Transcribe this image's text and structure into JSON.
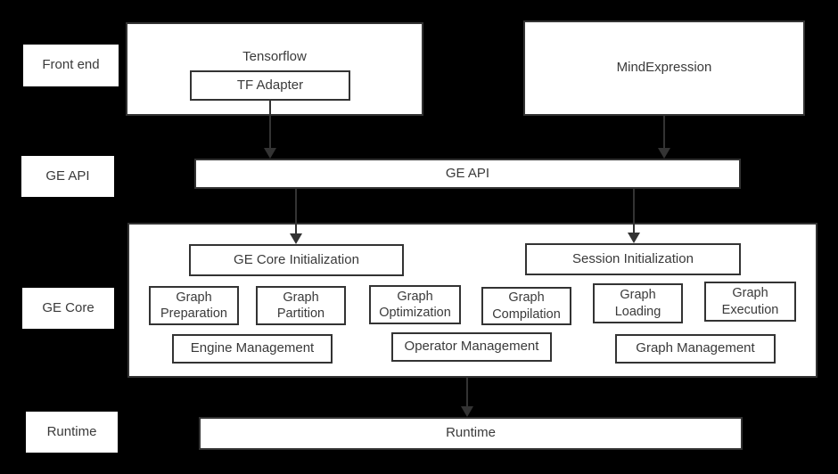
{
  "diagram": {
    "side_labels": {
      "front_end": "Front end",
      "ge_api": "GE API",
      "ge_core": "GE Core",
      "runtime": "Runtime"
    },
    "front_end_layer": {
      "tensorflow_label": "Tensorflow",
      "tf_adapter_label": "TF Adapter",
      "mindexpression_label": "MindExpression"
    },
    "ge_api_layer": {
      "bar_label": "GE API"
    },
    "ge_core_layer": {
      "ge_core_initialization": "GE Core Initialization",
      "session_initialization": "Session Initialization",
      "graph_preparation": "Graph Preparation",
      "graph_partition": "Graph Partition",
      "graph_optimization": "Graph Optimization",
      "graph_compilation": "Graph Compilation",
      "graph_loading": "Graph Loading",
      "graph_execution": "Graph Execution",
      "engine_management": "Engine Management",
      "operator_management": "Operator Management",
      "graph_management": "Graph Management"
    },
    "runtime_layer": {
      "bar_label": "Runtime"
    },
    "colors": {
      "background": "#000000",
      "box_fill": "#ffffff",
      "box_border": "#333333",
      "text": "#3a3a3a",
      "arrow": "#333333"
    }
  }
}
